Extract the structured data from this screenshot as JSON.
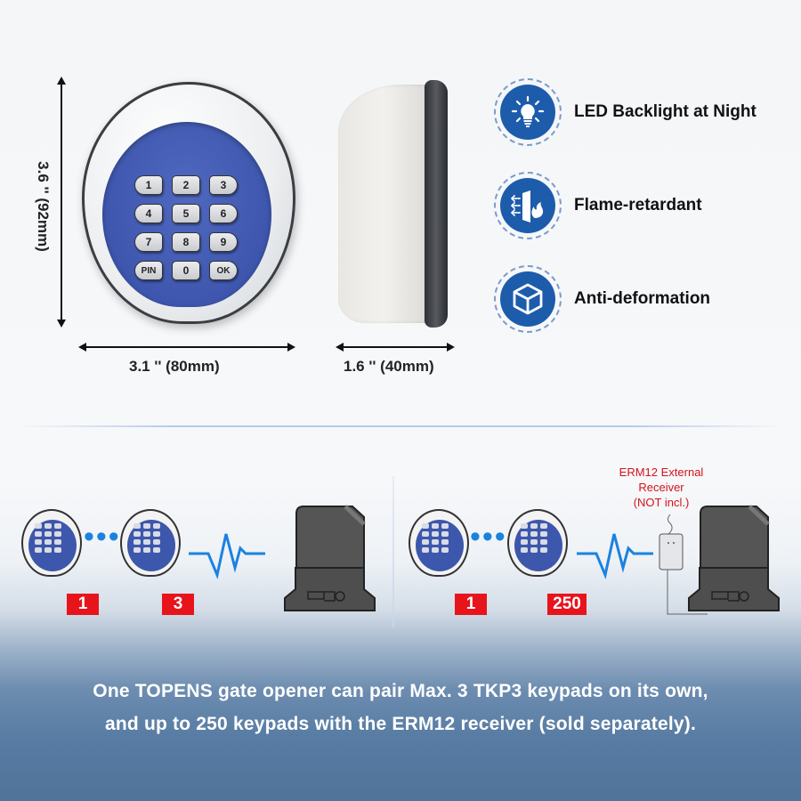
{
  "dimensions": {
    "height": "3.6 '' (92mm)",
    "width": "3.1 '' (80mm)",
    "depth": "1.6 '' (40mm)"
  },
  "keypad": {
    "keys": [
      "1",
      "2",
      "3",
      "4",
      "5",
      "6",
      "7",
      "8",
      "9",
      "PIN",
      "0",
      "OK"
    ]
  },
  "features": [
    {
      "icon": "lightbulb-icon",
      "label": "LED Backlight at Night"
    },
    {
      "icon": "fire-wall-icon",
      "label": "Flame-retardant"
    },
    {
      "icon": "cube-icon",
      "label": "Anti-deformation"
    }
  ],
  "diagram": {
    "left": {
      "badge_first": "1",
      "badge_last": "3",
      "dots": "•••"
    },
    "right": {
      "badge_first": "1",
      "badge_last": "250",
      "dots": "•••",
      "receiver_label_line1": "ERM12 External",
      "receiver_label_line2": "Receiver",
      "receiver_label_line3": "(NOT incl.)"
    }
  },
  "caption": {
    "line1": "One TOPENS gate opener can pair Max. 3 TKP3 keypads on its own,",
    "line2": "and up to 250 keypads with the ERM12 receiver (sold separately)."
  },
  "colors": {
    "accent_blue": "#1c5cab",
    "badge_red": "#e8141c",
    "signal_blue": "#1a82e0",
    "keypad_face": "#3e56ad"
  }
}
